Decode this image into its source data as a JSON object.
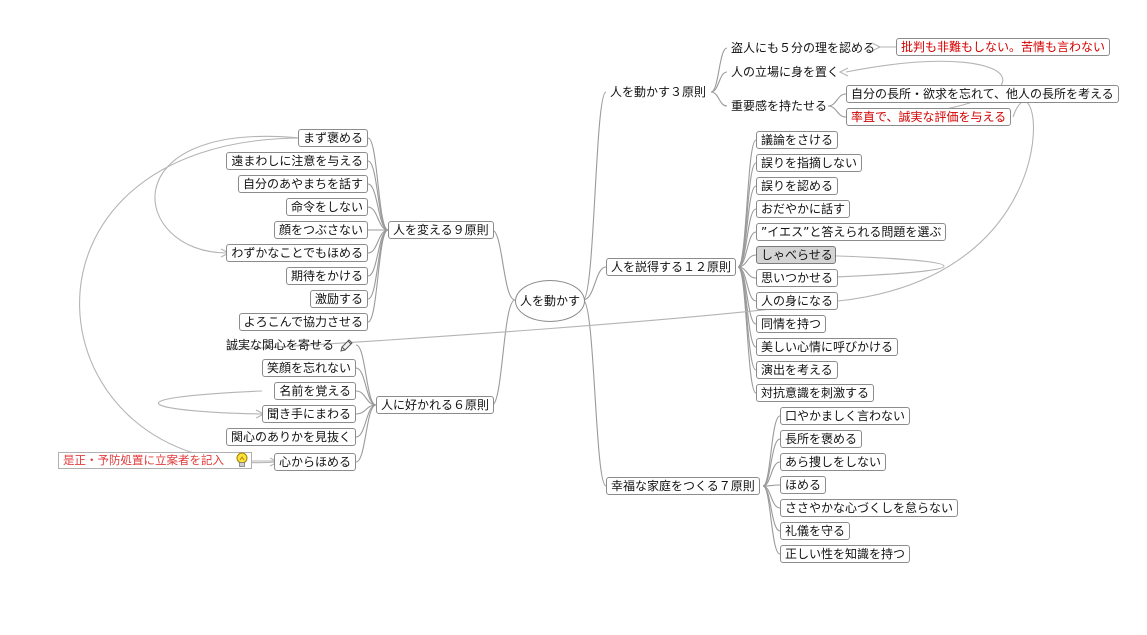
{
  "central": "人を動かす",
  "branches": {
    "three": "人を動かす３原則",
    "twelve": "人を説得する１２原則",
    "seven": "幸福な家庭をつくる７原則",
    "nine": "人を変える９原則",
    "six": "人に好かれる６原則"
  },
  "three_items": [
    "盗人にも５分の理を認める",
    "人の立場に身を置く",
    "重要感を持たせる"
  ],
  "three_notes": {
    "criticism": "批判も非難もしない。苦情も言わない",
    "strengths": "自分の長所・欲求を忘れて、他人の長所を考える",
    "praise": "率直で、誠実な評価を与える"
  },
  "twelve_items": [
    "議論をさける",
    "誤りを指摘しない",
    "誤りを認める",
    "おだやかに話す",
    "”イエス”と答えられる問題を選ぶ",
    "しゃべらせる",
    "思いつかせる",
    "人の身になる",
    "同情を持つ",
    "美しい心情に呼びかける",
    "演出を考える",
    "対抗意識を刺激する"
  ],
  "seven_items": [
    "口やかましく言わない",
    "長所を褒める",
    "あら捜しをしない",
    "ほめる",
    "ささやかな心づくしを怠らない",
    "礼儀を守る",
    "正しい性を知識を持つ"
  ],
  "nine_items": [
    "まず褒める",
    "遠まわしに注意を与える",
    "自分のあやまちを話す",
    "命令をしない",
    "顔をつぶさない",
    "わずかなことでもほめる",
    "期待をかける",
    "激励する",
    "よろこんで協力させる"
  ],
  "six_items": [
    "誠実な関心を寄せる",
    "笑顔を忘れない",
    "名前を覚える",
    "聞き手にまわる",
    "関心のありかを見抜く",
    "心からほめる"
  ],
  "six_note": "是正・予防処置に立案者を記入",
  "icons": {
    "memo": "pencil-icon",
    "idea": "light-bulb-icon"
  },
  "colors": {
    "line": "#9a9a9a",
    "border": "#8c8c8c",
    "red_text": "#d40000",
    "note_text": "#e03a3a",
    "selected_bg": "#d4d4d4"
  }
}
